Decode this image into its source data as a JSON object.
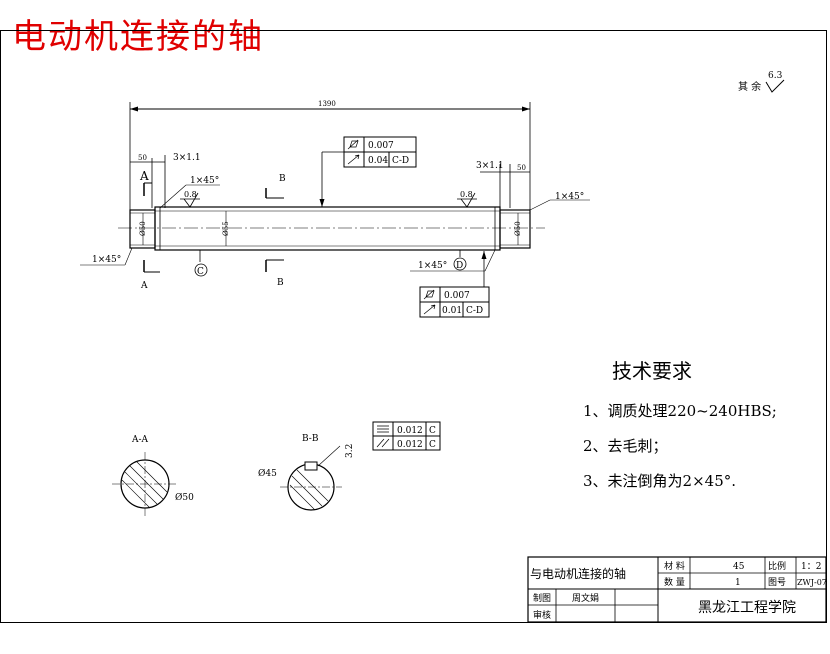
{
  "heading": "电动机连接的轴",
  "roughness": {
    "prefix": "其 余",
    "value": "6.3"
  },
  "shaft": {
    "overall_length": "1390",
    "left_step": "50",
    "left_groove": "3×1.1",
    "right_groove": "3×1.1",
    "right_step": "50",
    "chamfer_tl": "1×45°",
    "chamfer_bl": "1×45°",
    "chamfer_right": "1×45°",
    "chamfer_bottom": "1×45°",
    "rough_left": "0.8",
    "rough_right": "0.8",
    "dia_left": "Ø50",
    "dia_mid": "Ø55",
    "dia_right": "Ø50",
    "datum_c": "C",
    "datum_d": "D",
    "section_a": "A",
    "section_b": "B"
  },
  "tolerances": {
    "top": {
      "row1": "0.007",
      "row2_val": "0.04",
      "row2_ref": "C-D"
    },
    "bottom": {
      "row1": "0.007",
      "row2_val": "0.01",
      "row2_ref": "C-D"
    },
    "section": {
      "row1_val": "0.012",
      "row1_ref": "C",
      "row2_val": "0.012",
      "row2_ref": "C"
    }
  },
  "sections": {
    "aa_label": "A-A",
    "aa_dia": "Ø50",
    "bb_label": "B-B",
    "bb_dia": "Ø45",
    "bb_rough": "3.2"
  },
  "requirements": {
    "title": "技术要求",
    "items": [
      "1、调质处理220~240HBS;",
      "2、去毛刺；",
      "3、未注倒角为2×45°."
    ]
  },
  "title_block": {
    "name": "与电动机连接的轴",
    "material_label": "材  料",
    "material_value": "45",
    "scale_label": "比例",
    "scale_value": "1：2",
    "qty_label": "数  量",
    "qty_value": "1",
    "drawing_no_label": "图号",
    "drawing_no_value": "ZWJ-07",
    "drawn_label": "制图",
    "drawn_by": "周文娟",
    "review_label": "审核",
    "school": "黑龙江工程学院"
  }
}
